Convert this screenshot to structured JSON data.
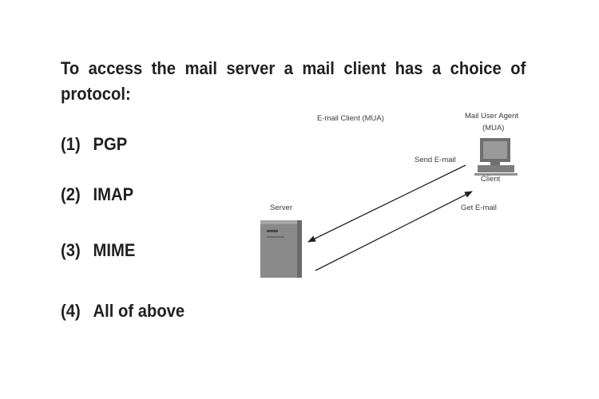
{
  "question": {
    "text": "To access the mail server a mail client has a choice of protocol:"
  },
  "options": [
    {
      "number": "(1)",
      "text": "PGP"
    },
    {
      "number": "(2)",
      "text": "IMAP"
    },
    {
      "number": "(3)",
      "text": "MIME"
    },
    {
      "number": "(4)",
      "text": "All of above"
    }
  ],
  "diagram": {
    "email_client_label": "E-mail Client (MUA)",
    "mail_user_agent_label": "Mail User Agent",
    "mua_label": "(MUA)",
    "send_label": "Send E-mail",
    "client_label": "Client",
    "get_label": "Get E-mail",
    "server_label": "Server"
  }
}
